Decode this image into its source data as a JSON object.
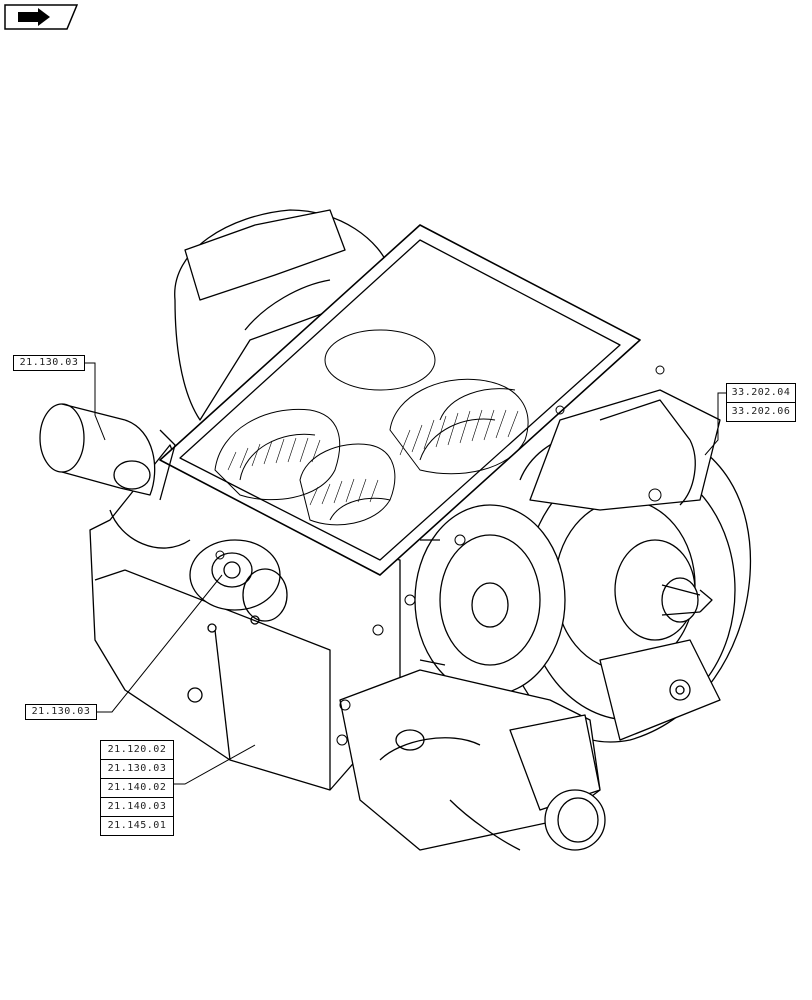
{
  "icons": {
    "nav": "arrow-folder-icon"
  },
  "callouts": {
    "left_top": "21.130.03",
    "left_mid": "21.130.03",
    "right_top": [
      "33.202.04",
      "33.202.06"
    ],
    "bottom_stack": [
      "21.120.02",
      "21.130.03",
      "21.140.02",
      "21.140.03",
      "21.145.01"
    ]
  }
}
